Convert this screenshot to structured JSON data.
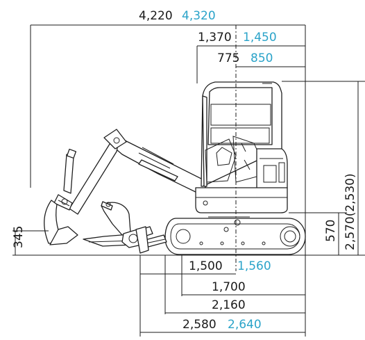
{
  "diagram": {
    "overall_length": {
      "std": "4,220",
      "alt": "4,320"
    },
    "rear_length": {
      "std": "1,370",
      "alt": "1,450"
    },
    "tail_swing": {
      "std": "775",
      "alt": "850"
    },
    "overall_height": "2,570(2,530)",
    "counterweight_clearance": "570",
    "blade_height": "345",
    "blade_distance": {
      "std": "1,500",
      "alt": "1,560"
    },
    "tumbler_distance": "1,700",
    "crawler_length": "2,160",
    "front_length": {
      "std": "2,580",
      "alt": "2,640"
    }
  },
  "colors": {
    "standard": "#1a1a1a",
    "alternate": "#2aa3c9"
  }
}
